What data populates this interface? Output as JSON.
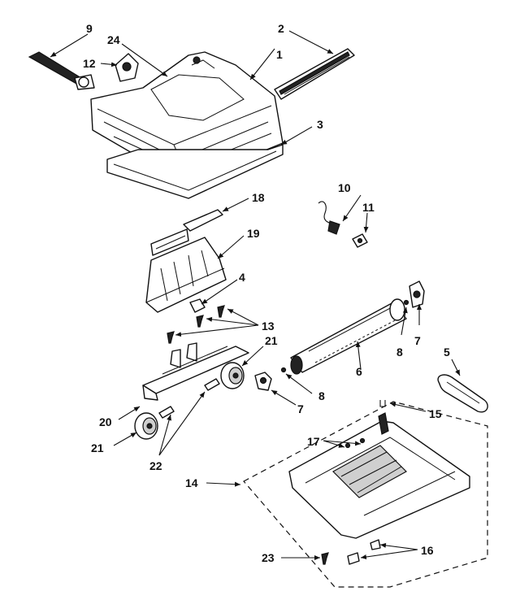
{
  "callouts": {
    "c1": "1",
    "c2": "2",
    "c3": "3",
    "c4": "4",
    "c5": "5",
    "c6": "6",
    "c7a": "7",
    "c7b": "7",
    "c8a": "8",
    "c8b": "8",
    "c9": "9",
    "c10": "10",
    "c11": "11",
    "c12": "12",
    "c13": "13",
    "c14": "14",
    "c15": "15",
    "c16": "16",
    "c17": "17",
    "c18": "18",
    "c19": "19",
    "c20": "20",
    "c21a": "21",
    "c21b": "21",
    "c22": "22",
    "c23": "23",
    "c24": "24"
  }
}
